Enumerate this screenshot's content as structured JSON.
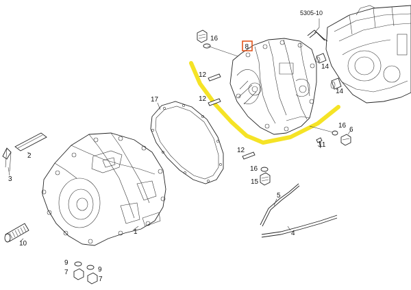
{
  "colors": {
    "highlight": "#f4e21a",
    "callout_box": "#e2541b",
    "line": "#222222"
  },
  "diagram": {
    "ref_label": "5305-10",
    "selected_callout": "8",
    "callouts": {
      "c1": "1",
      "c2": "2",
      "c3": "3",
      "c4": "4",
      "c5": "5",
      "c6": "6",
      "c7a": "7",
      "c7b": "7",
      "c8": "8",
      "c9a": "9",
      "c9b": "9",
      "c10": "10",
      "c11": "11",
      "c12a": "12",
      "c12b": "12",
      "c12c": "12",
      "c14a": "14",
      "c14b": "14",
      "c15": "15",
      "c16a": "16",
      "c16b": "16",
      "c16c": "16",
      "c17": "17"
    }
  }
}
